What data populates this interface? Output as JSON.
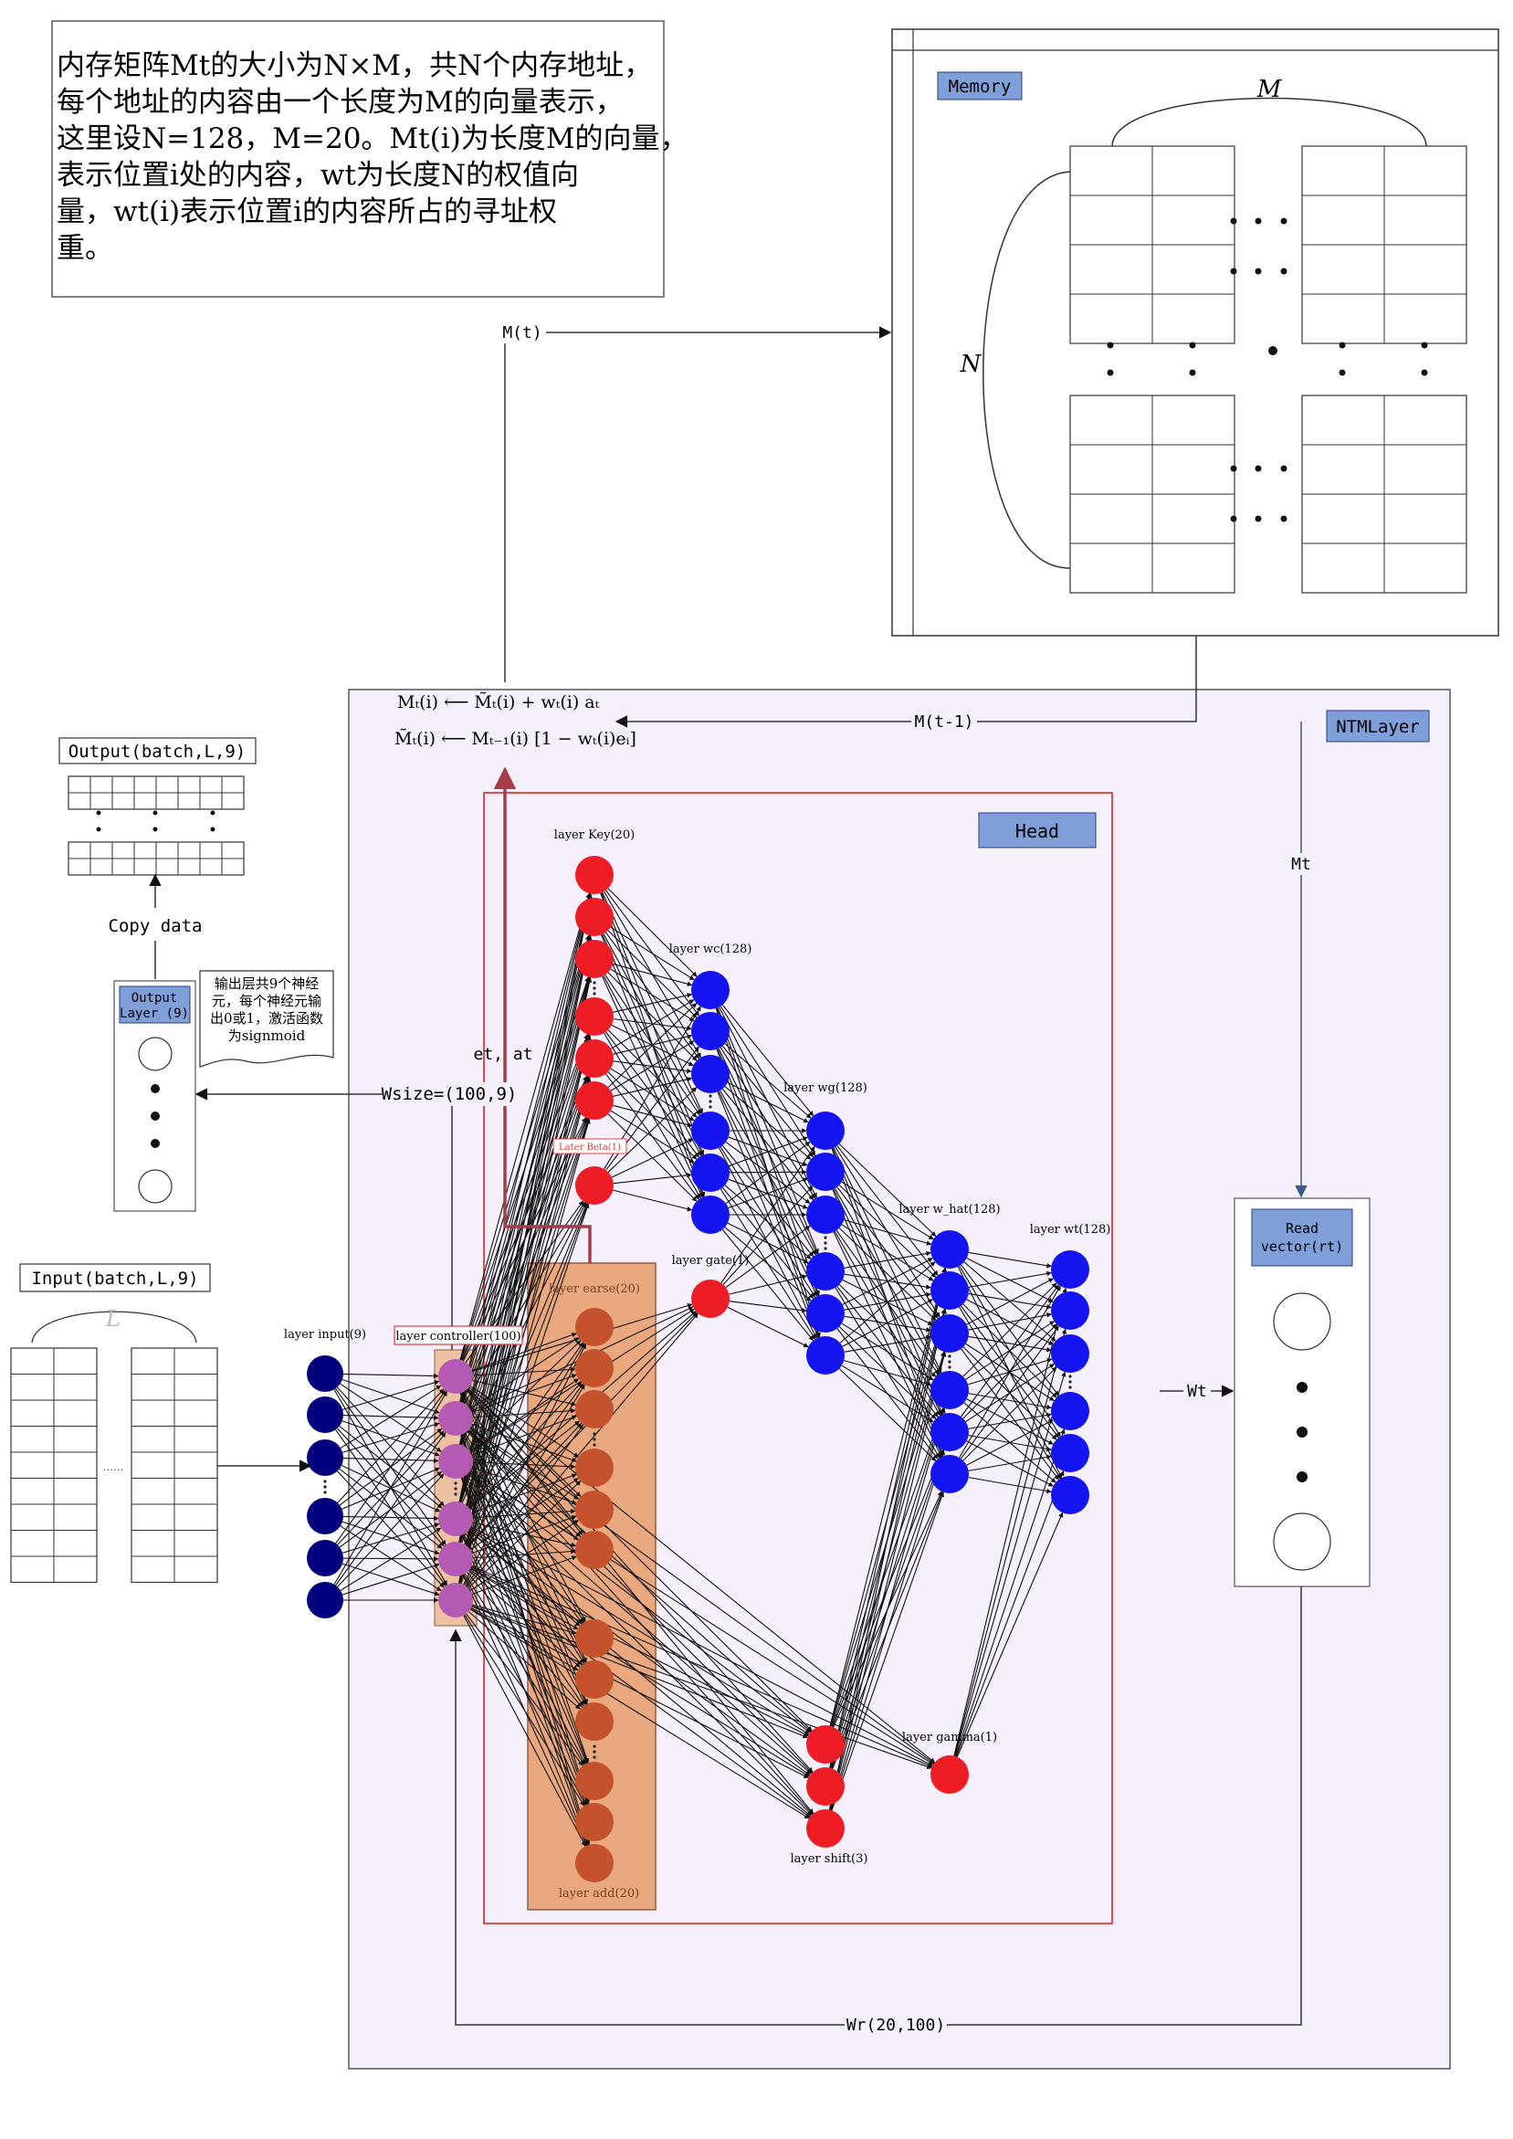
{
  "description_box": {
    "lines": [
      "内存矩阵Mt的大小为N×M，共N个内存地址，",
      "每个地址的内容由一个长度为M的向量表示，",
      "这里设N=128，M=20。Mt(i)为长度M的向量，",
      "表示位置i处的内容，wt为长度N的权值向",
      "量，wt(i)表示位置i的内容所占的寻址权",
      "重。"
    ]
  },
  "memory": {
    "title": "Memory",
    "m_label": "M",
    "n_label": "N"
  },
  "arrows": {
    "mt_out": "M(t)",
    "mt_prev": "M(t-1)",
    "mt_down": "Mt",
    "et_at": "et, at",
    "wsize": "Wsize=(100,9)",
    "wt": "Wt",
    "wr": "Wr(20,100)",
    "copy": "Copy data"
  },
  "ntm": {
    "title": "NTMLayer",
    "head_title": "Head",
    "formula_write": "Mₜ(i) ⟵ M̃ₜ(i) + wₜ(i) aₜ",
    "formula_erase": "M̃ₜ(i) ⟵ Mₜ₋₁(i) [1 − wₜ(i)eᵢ]"
  },
  "layers": {
    "key": "layer Key(20)",
    "wc": "layer wc(128)",
    "wg": "layer wg(128)",
    "what": "layer w_hat(128)",
    "wt": "layer wt(128)",
    "beta": "Later Beta(1)",
    "gate": "layer gate(1)",
    "erase": "layer earse(20)",
    "add": "layer add(20)",
    "controller": "layer controller(100)",
    "input": "layer input(9)",
    "gamma": "layer gamma(1)",
    "shift": "layer shift(3)"
  },
  "output": {
    "title": "Output(batch,L,9)",
    "layer_label_1": "Output",
    "layer_label_2": "Layer (9)",
    "note": [
      "输出层共9个神经",
      "元，每个神经元输",
      "出0或1，激活函数",
      "为signmoid"
    ]
  },
  "input": {
    "title": "Input(batch,L,9)",
    "l_label": "L",
    "dots": "......"
  },
  "read_vector": {
    "line1": "Read",
    "line2": "vector(rt)"
  },
  "colors": {
    "ntm_bg": "#f5f0fc",
    "tag_blue": "#7f9fd9",
    "red_node": "#ee1c24",
    "blue_node": "#1414f0",
    "navy_node": "#00007f",
    "purple_node": "#b45ab4",
    "orange_node": "#c4532d",
    "orange_box": "#e9a87e",
    "ctrl_box": "#eec1a2",
    "head_border": "#e03c3c",
    "write_arrow": "#a63c48"
  }
}
